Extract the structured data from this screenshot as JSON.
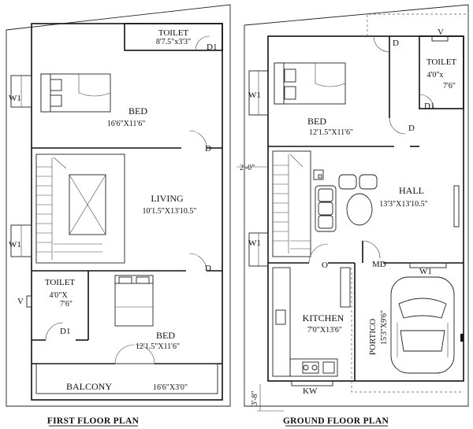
{
  "first_floor": {
    "caption": "FIRST FLOOR PLAN",
    "toilet_top": {
      "name": "TOILET",
      "size": "8'7.5\"x3'3\""
    },
    "bed_top": {
      "name": "BED",
      "size": "16'6\"X11'6\""
    },
    "living": {
      "name": "LIVING",
      "size": "10'1.5\"X13'10.5\""
    },
    "toilet_left": {
      "name": "TOILET",
      "size_line1": "4'0\"X",
      "size_line2": "7'6\""
    },
    "bed_bottom": {
      "name": "BED",
      "size": "12'1.5\"X11'6\""
    },
    "balcony": {
      "name": "BALCONY",
      "size": "16'6\"X3'0\""
    },
    "marks": {
      "d1_top": "D1",
      "d_bed": "D",
      "d_living": "D",
      "d1_toilet": "D1",
      "w1_top": "W1",
      "w1_mid": "W1",
      "v": "V"
    }
  },
  "ground_floor": {
    "caption": "GROUND FLOOR PLAN",
    "bed": {
      "name": "BED",
      "size": "12'1.5\"X11'6\""
    },
    "toilet": {
      "name": "TOILET",
      "size_line1": "4'0\"x",
      "size_line2": "7'6\""
    },
    "hall": {
      "name": "HALL",
      "size": "13'3\"X13'10.5\""
    },
    "kitchen": {
      "name": "KITCHEN",
      "size": "7'0\"X13'6\""
    },
    "portico": {
      "name": "PORTICO",
      "size": "15'3\"X9'6\""
    },
    "dim_left": "2'-0\"",
    "dim_bottom": "3'-8\"",
    "marks": {
      "d_bed": "D",
      "d_hall": "D",
      "d1": "D1",
      "v": "V",
      "w1_top": "W1",
      "w1_mid": "W1",
      "w1_portico": "W1",
      "md": "MD",
      "o": "O",
      "kw": "KW"
    }
  }
}
